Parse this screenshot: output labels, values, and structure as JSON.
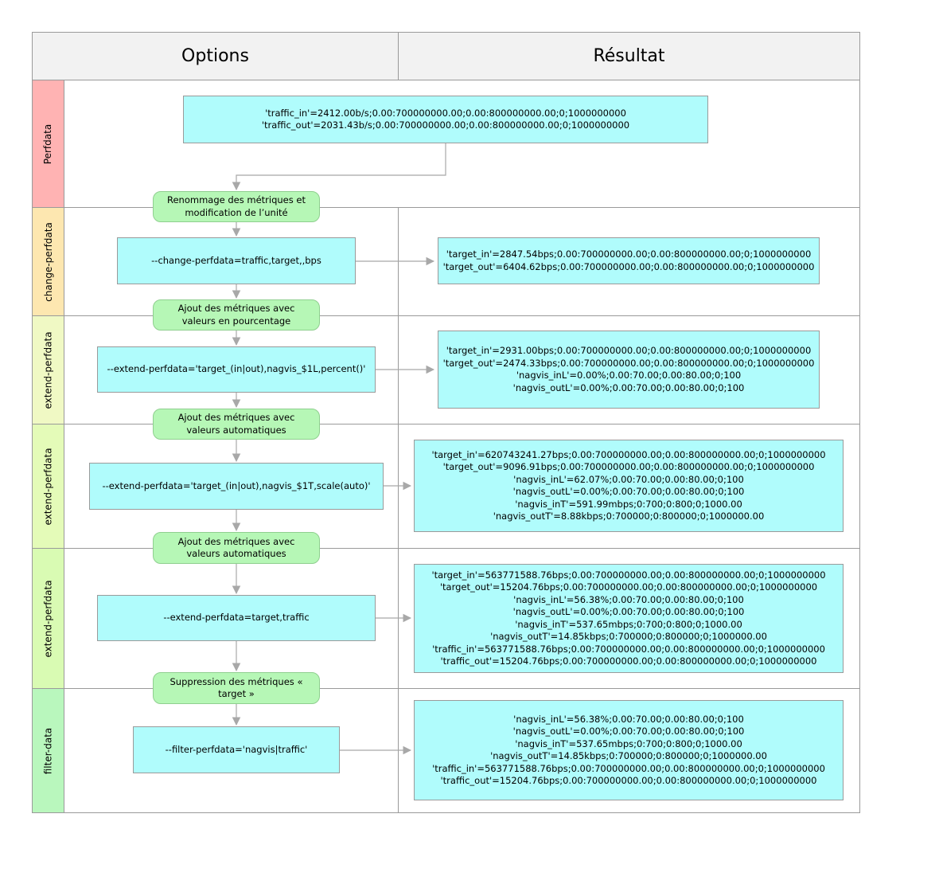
{
  "headers": {
    "options": "Options",
    "result": "Résultat"
  },
  "lanes": [
    {
      "label": "Perfdata",
      "color": "#ffb3b3"
    },
    {
      "label": "change-perfdata",
      "color": "#fde7b0"
    },
    {
      "label": "extend-perfdata",
      "color": "#f0f9c4"
    },
    {
      "label": "extend-perfdata",
      "color": "#e4fbb8"
    },
    {
      "label": "extend-perfdata",
      "color": "#d9fbb3"
    },
    {
      "label": "filter-data",
      "color": "#b9f7bd"
    }
  ],
  "perfdata_box": [
    "'traffic_in'=2412.00b/s;0.00:700000000.00;0.00:800000000.00;0;1000000000",
    "'traffic_out'=2031.43b/s;0.00:700000000.00;0.00:800000000.00;0;1000000000"
  ],
  "steps": [
    [
      "Renommage des métriques et",
      "modification de l’unité"
    ],
    [
      "Ajout des métriques avec",
      "valeurs en pourcentage"
    ],
    [
      "Ajout des métriques avec",
      "valeurs automatiques"
    ],
    [
      "Ajout des métriques avec",
      "valeurs automatiques"
    ],
    [
      "Suppression des métriques «",
      "target »"
    ]
  ],
  "commands": [
    "--change-perfdata=traffic,target,,bps",
    "--extend-perfdata='target_(in|out),nagvis_$1L,percent()'",
    "--extend-perfdata='target_(in|out),nagvis_$1T,scale(auto)'",
    "--extend-perfdata=target,traffic",
    "--filter-perfdata='nagvis|traffic'"
  ],
  "results": [
    [
      "'target_in'=2847.54bps;0.00:700000000.00;0.00:800000000.00;0;1000000000",
      "'target_out'=6404.62bps;0.00:700000000.00;0.00:800000000.00;0;1000000000"
    ],
    [
      "'target_in'=2931.00bps;0.00:700000000.00;0.00:800000000.00;0;1000000000",
      "'target_out'=2474.33bps;0.00:700000000.00;0.00:800000000.00;0;1000000000",
      "'nagvis_inL'=0.00%;0.00:70.00;0.00:80.00;0;100",
      "'nagvis_outL'=0.00%;0.00:70.00;0.00:80.00;0;100"
    ],
    [
      "'target_in'=620743241.27bps;0.00:700000000.00;0.00:800000000.00;0;1000000000",
      "'target_out'=9096.91bps;0.00:700000000.00;0.00:800000000.00;0;1000000000",
      "'nagvis_inL'=62.07%;0.00:70.00;0.00:80.00;0;100",
      "'nagvis_outL'=0.00%;0.00:70.00;0.00:80.00;0;100",
      "'nagvis_inT'=591.99mbps;0:700;0:800;0;1000.00",
      "'nagvis_outT'=8.88kbps;0:700000;0:800000;0;1000000.00"
    ],
    [
      "'target_in'=563771588.76bps;0.00:700000000.00;0.00:800000000.00;0;1000000000",
      "'target_out'=15204.76bps;0.00:700000000.00;0.00:800000000.00;0;1000000000",
      "'nagvis_inL'=56.38%;0.00:70.00;0.00:80.00;0;100",
      "'nagvis_outL'=0.00%;0.00:70.00;0.00:80.00;0;100",
      "'nagvis_inT'=537.65mbps;0:700;0:800;0;1000.00",
      "'nagvis_outT'=14.85kbps;0:700000;0:800000;0;1000000.00",
      "'traffic_in'=563771588.76bps;0.00:700000000.00;0.00:800000000.00;0;1000000000",
      "'traffic_out'=15204.76bps;0.00:700000000.00;0.00:800000000.00;0;1000000000"
    ],
    [
      "'nagvis_inL'=56.38%;0.00:70.00;0.00:80.00;0;100",
      "'nagvis_outL'=0.00%;0.00:70.00;0.00:80.00;0;100",
      "'nagvis_inT'=537.65mbps;0:700;0:800;0;1000.00",
      "'nagvis_outT'=14.85kbps;0:700000;0:800000;0;1000000.00",
      "'traffic_in'=563771588.76bps;0.00:700000000.00;0.00:800000000.00;0;1000000000",
      "'traffic_out'=15204.76bps;0.00:700000000.00;0.00:800000000.00;0;1000000000"
    ]
  ],
  "colors": {
    "box_fill": "#b0fcfc",
    "step_fill": "#b6f7b6",
    "header_fill": "#f2f2f2",
    "border": "#9a9a9a",
    "arrow": "#a8a8a8"
  }
}
